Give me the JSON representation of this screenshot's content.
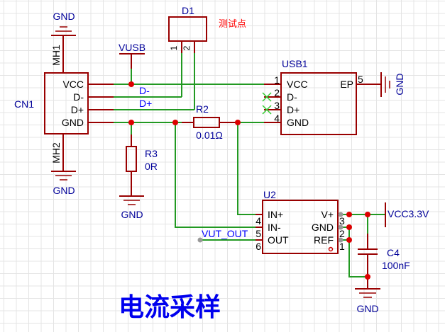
{
  "title": "电流采样",
  "components": {
    "cn1": {
      "ref": "CN1",
      "pins": [
        "VCC",
        "D-",
        "D+",
        "GND"
      ],
      "mh1": "MH1",
      "mh2": "MH2"
    },
    "d1": {
      "ref": "D1",
      "pin1": "1",
      "pin2": "2",
      "note": "测试点"
    },
    "usb1": {
      "ref": "USB1",
      "pins": [
        {
          "num": "1",
          "name": "VCC"
        },
        {
          "num": "2",
          "name": "D-"
        },
        {
          "num": "3",
          "name": "D+"
        },
        {
          "num": "4",
          "name": "GND"
        }
      ],
      "ep_name": "EP",
      "ep_num": "5"
    },
    "r2": {
      "ref": "R2",
      "value": "0.01Ω"
    },
    "r3": {
      "ref": "R3",
      "value": "0R"
    },
    "u2": {
      "ref": "U2",
      "left_pins": [
        {
          "num": "4",
          "name": "IN+"
        },
        {
          "num": "5",
          "name": "IN-"
        },
        {
          "num": "6",
          "name": "OUT"
        }
      ],
      "right_pins": [
        {
          "num": "3",
          "name": "V+"
        },
        {
          "num": "2",
          "name": "GND"
        },
        {
          "num": "1",
          "name": "REF"
        }
      ]
    },
    "c4": {
      "ref": "C4",
      "value": "100nF"
    }
  },
  "nets": {
    "gnd": "GND",
    "vusb": "VUSB",
    "vcc33": "VCC3.3V",
    "vut_out": "VUT_OUT",
    "dminus": "D-",
    "dplus": "D+"
  },
  "colors": {
    "part": "#990000",
    "wire": "#229922",
    "junction": "#dd0000",
    "netlabel": "#000099",
    "text_blue": "#0000ff",
    "note_red": "#ff0000",
    "nc_mark": "#33cc33"
  }
}
